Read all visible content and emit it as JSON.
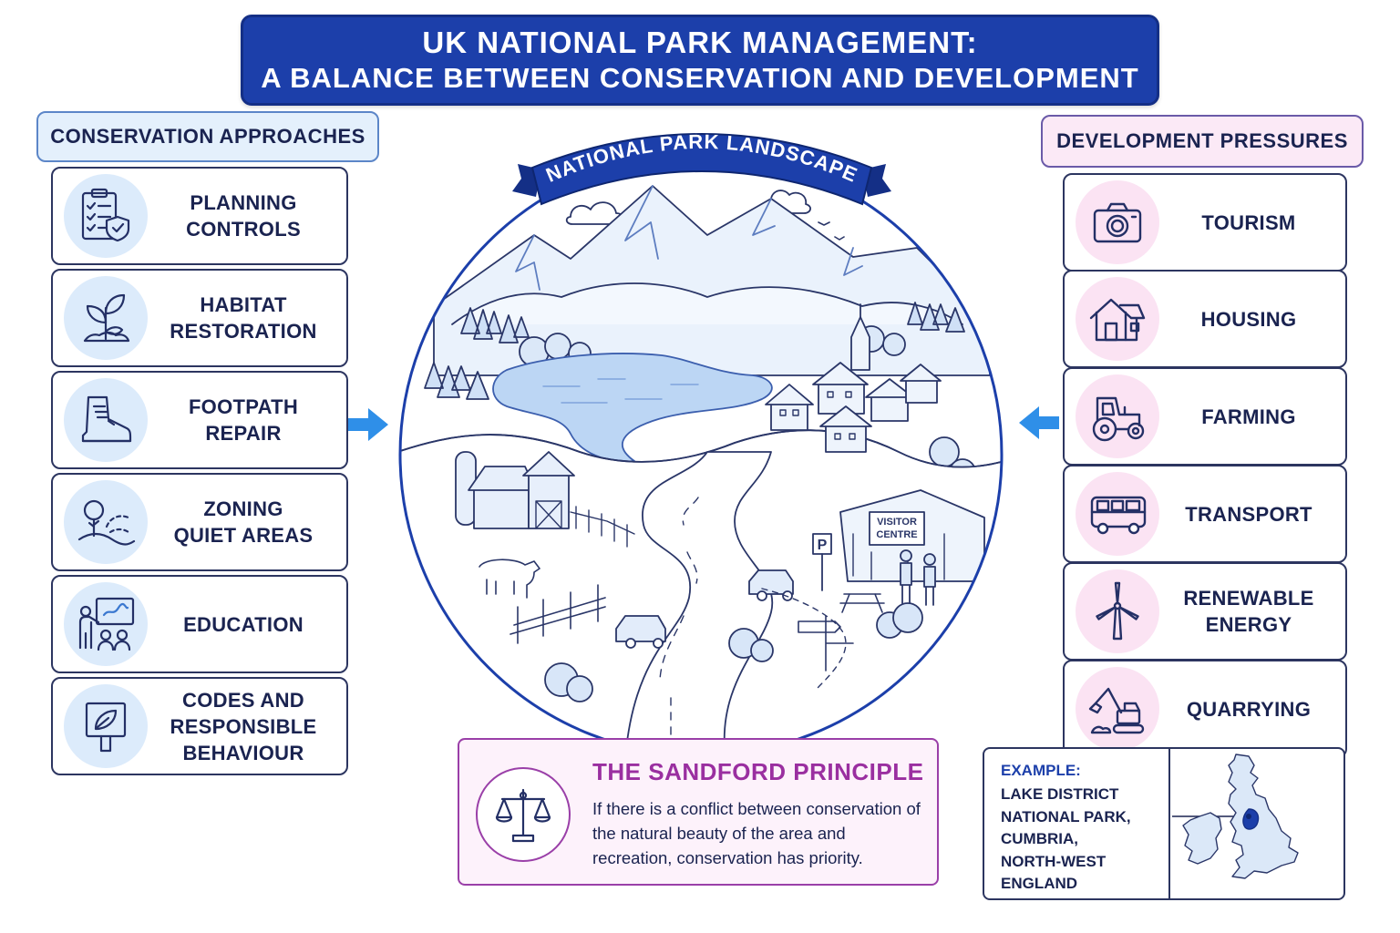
{
  "title": {
    "line1": "UK NATIONAL PARK MANAGEMENT:",
    "line2": "A BALANCE BETWEEN CONSERVATION AND DEVELOPMENT"
  },
  "conservation": {
    "heading": "CONSERVATION APPROACHES",
    "items": [
      {
        "label": "PLANNING\nCONTROLS",
        "icon": "clipboard-shield-icon"
      },
      {
        "label": "HABITAT\nRESTORATION",
        "icon": "seedling-icon"
      },
      {
        "label": "FOOTPATH\nREPAIR",
        "icon": "boot-icon"
      },
      {
        "label": "ZONING\nQUIET AREAS",
        "icon": "tree-hills-icon"
      },
      {
        "label": "EDUCATION",
        "icon": "teacher-board-icon"
      },
      {
        "label": "CODES AND\nRESPONSIBLE\nBEHAVIOUR",
        "icon": "leaf-sign-icon"
      }
    ]
  },
  "development": {
    "heading": "DEVELOPMENT PRESSURES",
    "items": [
      {
        "label": "TOURISM",
        "icon": "camera-icon"
      },
      {
        "label": "HOUSING",
        "icon": "house-icon"
      },
      {
        "label": "FARMING",
        "icon": "tractor-icon"
      },
      {
        "label": "TRANSPORT",
        "icon": "bus-icon"
      },
      {
        "label": "RENEWABLE\nENERGY",
        "icon": "wind-turbine-icon"
      },
      {
        "label": "QUARRYING",
        "icon": "excavator-icon"
      }
    ]
  },
  "landscape": {
    "ribbon": "NATIONAL PARK LANDSCAPE",
    "visitor_centre": "VISITOR\nCENTRE",
    "parking": "P"
  },
  "sandford": {
    "heading": "THE SANDFORD PRINCIPLE",
    "text": "If there is a conflict between conservation of the natural beauty of the area and recreation, conservation has priority.",
    "icon": "scales-icon"
  },
  "example": {
    "label": "EXAMPLE:",
    "text": "LAKE DISTRICT\nNATIONAL PARK,\nCUMBRIA,\nNORTH-WEST\nENGLAND",
    "icon": "uk-map-icon"
  },
  "colors": {
    "title_bg": "#1c3faa",
    "conservation_accent": "#dcebfb",
    "development_accent": "#fbe3f3",
    "sandford_accent": "#9a2fa0",
    "arrow": "#2f8fe8"
  }
}
